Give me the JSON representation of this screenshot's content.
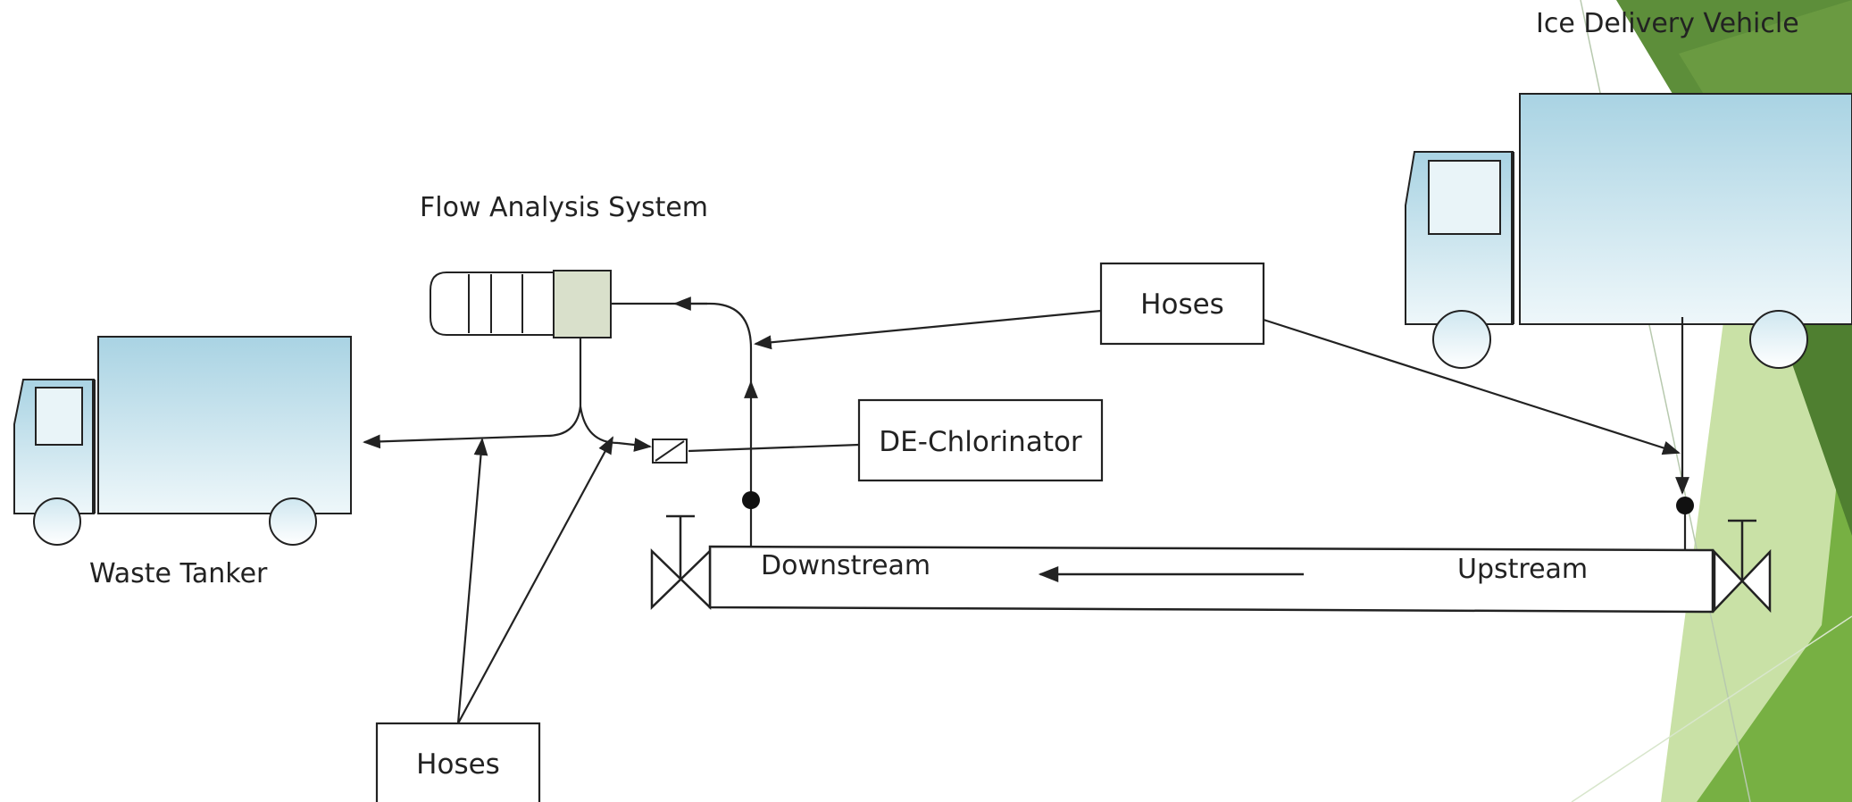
{
  "labels": {
    "ice_vehicle": "Ice Delivery Vehicle",
    "flow_system": "Flow Analysis System",
    "waste_tanker": "Waste Tanker",
    "hoses_top": "Hoses",
    "hoses_bottom": "Hoses",
    "dechlorinator": "DE-Chlorinator",
    "downstream": "Downstream",
    "upstream": "Upstream"
  },
  "colors": {
    "truck_cab": "#c6e3ee",
    "truck_box": "#bcdde9",
    "analyzer_box": "#d9e0cb",
    "green_dark": "#5d8e3a",
    "green_mid": "#77b043",
    "green_light": "#c9e1a6",
    "line": "#222222"
  }
}
